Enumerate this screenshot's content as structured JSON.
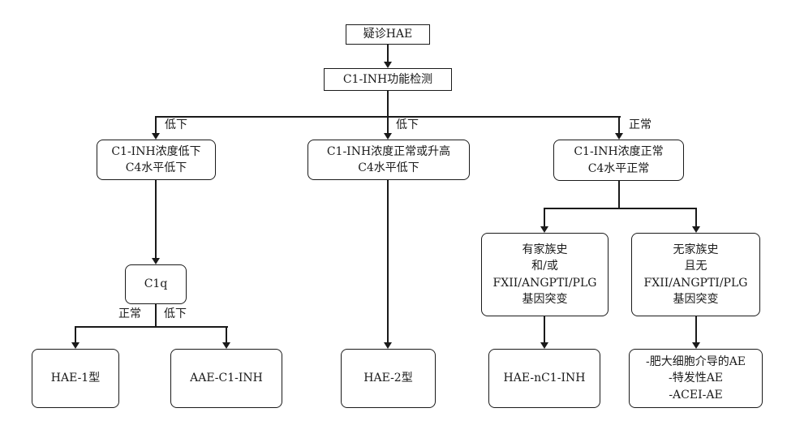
{
  "diagram": {
    "nodes": {
      "suspected": "疑诊HAE",
      "function_test": "C1-INH功能检测",
      "conc_low_c4_low": "C1-INH浓度低下\nC4水平低下",
      "conc_normal_or_high_c4_low": "C1-INH浓度正常或升高\nC4水平低下",
      "conc_normal_c4_normal": "C1-INH浓度正常\nC4水平正常",
      "c1q": "C1q",
      "family_history_yes": "有家族史\n和/或\nFXII/ANGPTI/PLG\n基因突变",
      "family_history_no": "无家族史\n且无\nFXII/ANGPTI/PLG\n基因突变",
      "hae_type1": "HAE-1型",
      "aae_c1_inh": "AAE-C1-INH",
      "hae_type2": "HAE-2型",
      "hae_nc1_inh": "HAE-nC1-INH",
      "other_ae_list": "-肥大细胞介导的AE\n-特发性AE\n-ACEI-AE"
    },
    "edge_labels": {
      "branch_left_low": "低下",
      "branch_middle_low": "低下",
      "branch_right_normal": "正常",
      "c1q_normal": "正常",
      "c1q_low": "低下"
    },
    "colors": {
      "line": "#1a1a1a",
      "background": "#ffffff"
    }
  }
}
